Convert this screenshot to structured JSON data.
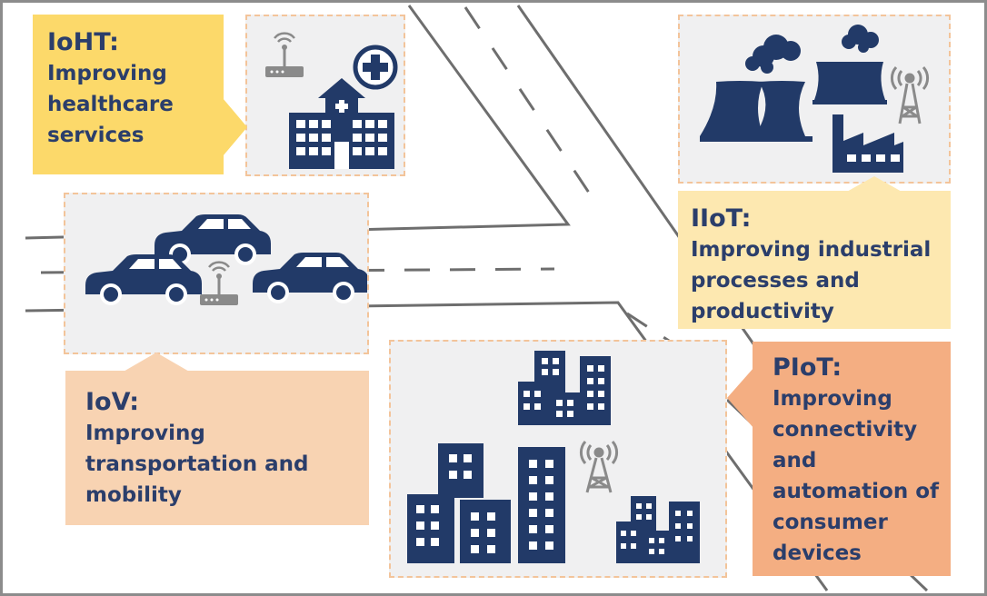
{
  "colors": {
    "navy": "#223a68",
    "ioht_label": "#fcd96a",
    "iiot_label": "#fde8b0",
    "iov_label": "#f8d3b2",
    "piot_label": "#f4ae82",
    "image_box": "#f0f0f1",
    "dashed_border": "#f3c49a",
    "road": "#6e6e6e"
  },
  "ioht": {
    "title": "IoHT:",
    "description": "Improving healthcare services",
    "icons": [
      "hospital-icon",
      "router-icon",
      "medical-cross-icon"
    ]
  },
  "iiot": {
    "title": "IIoT:",
    "description": "Improving industrial processes and productivity",
    "icons": [
      "power-plant-icon",
      "factory-icon",
      "antenna-tower-icon"
    ]
  },
  "iov": {
    "title": "IoV:",
    "description": "Improving transportation and mobility",
    "icons": [
      "car-icon",
      "router-icon"
    ]
  },
  "piot": {
    "title": "PIoT:",
    "description": "Improving connectivity and automation of consumer devices",
    "icons": [
      "city-buildings-icon",
      "antenna-tower-icon"
    ]
  }
}
